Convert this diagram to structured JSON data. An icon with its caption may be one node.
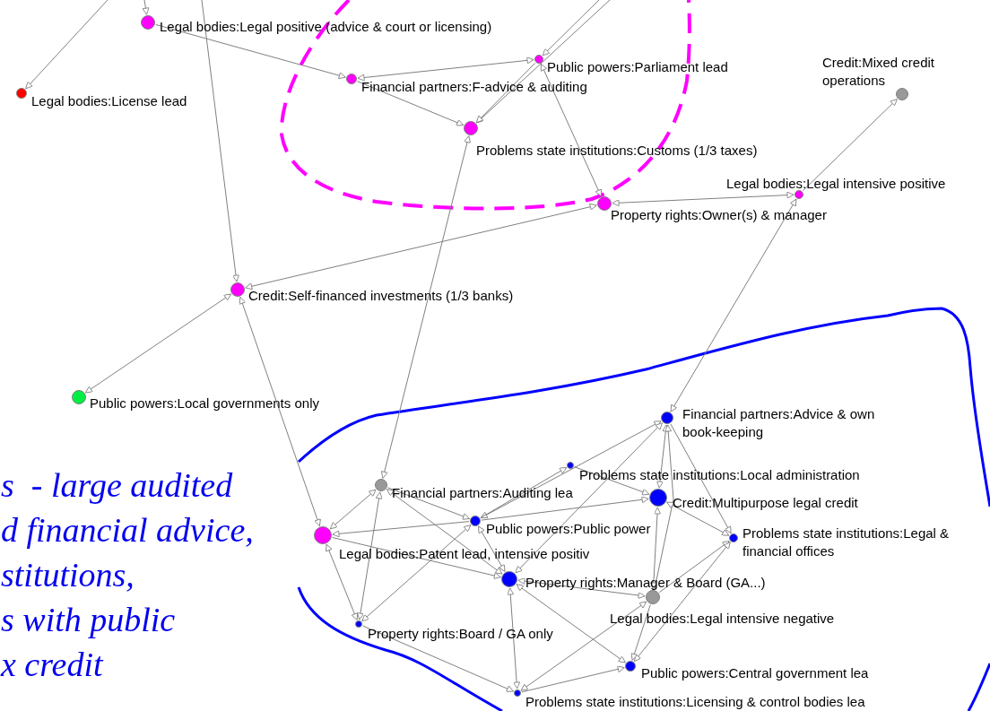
{
  "diagram": {
    "nodes": [
      {
        "text": [
          "Legal bodies:Legal positive (advice & court or licensing)"
        ]
      },
      {
        "text": [
          "Legal bodies:License lead"
        ]
      },
      {
        "text": [
          "Public powers:Parliament lead"
        ]
      },
      {
        "text": [
          "Financial partners:F-advice & auditing"
        ]
      },
      {
        "text": [
          "Credit:Mixed credit operations"
        ]
      },
      {
        "text": [
          "Problems state institutions:Customs (1/3 taxes)"
        ]
      },
      {
        "text": [
          "Legal bodies:Legal intensive positive"
        ]
      },
      {
        "text": [
          "Property rights:Owner(s) & manager"
        ]
      },
      {
        "text": [
          "Credit:Self-financed investments (1/3 banks)"
        ]
      },
      {
        "text": [
          "Public powers:Local governments only"
        ]
      },
      {
        "text": [
          "Financial partners:Advice & own book-keeping"
        ]
      },
      {
        "text": [
          "Problems state institutions:Local administration"
        ]
      },
      {
        "text": [
          "Financial partners:Auditing lea"
        ]
      },
      {
        "text": [
          "Credit:Multipurpose legal credit"
        ]
      },
      {
        "text": [
          "Public powers:Public power"
        ]
      },
      {
        "text": [
          "Problems state institutions:Legal & financial offices"
        ]
      },
      {
        "text": [
          "Legal bodies:Patent lead, intensive positiv"
        ]
      },
      {
        "text": [
          "Property rights:Manager & Board (GA...)"
        ]
      },
      {
        "text": [
          "Legal bodies:Legal intensive negative"
        ]
      },
      {
        "text": [
          "Property rights:Board / GA only"
        ]
      },
      {
        "text": [
          "Public powers:Central government lea"
        ]
      },
      {
        "text": [
          "Problems state institutions:Licensing & control bodies lea"
        ]
      }
    ],
    "edges": [
      {
        "from": null,
        "to": 1,
        "arrow": "to"
      },
      {
        "from": null,
        "to": 0,
        "arrow": "to"
      },
      {
        "from": 0,
        "to": 3,
        "arrow": "to"
      },
      {
        "from": 2,
        "to": 3,
        "arrow": "both"
      },
      {
        "from": null,
        "to": 2,
        "arrow": "to"
      },
      {
        "from": null,
        "to": 5,
        "arrow": "to"
      },
      {
        "from": 2,
        "to": 5,
        "arrow": "to"
      },
      {
        "from": 3,
        "to": 5,
        "arrow": "to"
      },
      {
        "from": 2,
        "to": 7,
        "arrow": "both"
      },
      {
        "from": 12,
        "to": 5,
        "arrow": "both"
      },
      {
        "from": 7,
        "to": 6,
        "arrow": "both"
      },
      {
        "from": 6,
        "to": 4,
        "arrow": "to"
      },
      {
        "from": 10,
        "to": 6,
        "arrow": "both"
      },
      {
        "from": 7,
        "to": 8,
        "arrow": "both"
      },
      {
        "from": null,
        "to": 8,
        "arrow": "to"
      },
      {
        "from": 8,
        "to": 9,
        "arrow": "both"
      },
      {
        "from": 8,
        "to": 16,
        "arrow": "both"
      },
      {
        "from": 12,
        "to": 16,
        "arrow": "both"
      },
      {
        "from": 14,
        "to": 16,
        "arrow": "to"
      },
      {
        "from": 12,
        "to": 14,
        "arrow": "to"
      },
      {
        "from": 12,
        "to": 17,
        "arrow": "both"
      },
      {
        "from": 16,
        "to": 17,
        "arrow": "to"
      },
      {
        "from": 12,
        "to": 19,
        "arrow": "both"
      },
      {
        "from": 16,
        "to": 19,
        "arrow": "both"
      },
      {
        "from": 14,
        "to": 19,
        "arrow": "both"
      },
      {
        "from": 19,
        "to": 21,
        "arrow": "to"
      },
      {
        "from": 14,
        "to": 17,
        "arrow": "both"
      },
      {
        "from": 14,
        "to": 10,
        "arrow": "both"
      },
      {
        "from": 14,
        "to": 11,
        "arrow": "to"
      },
      {
        "from": 11,
        "to": 13,
        "arrow": "to"
      },
      {
        "from": 14,
        "to": 13,
        "arrow": "to"
      },
      {
        "from": 17,
        "to": 10,
        "arrow": "both"
      },
      {
        "from": 13,
        "to": 10,
        "arrow": "both"
      },
      {
        "from": 18,
        "to": 10,
        "arrow": "to"
      },
      {
        "from": 13,
        "to": 18,
        "arrow": "both"
      },
      {
        "from": 10,
        "to": 15,
        "arrow": "to"
      },
      {
        "from": 13,
        "to": 15,
        "arrow": "both"
      },
      {
        "from": 18,
        "to": 15,
        "arrow": "to"
      },
      {
        "from": 15,
        "to": 20,
        "arrow": "both"
      },
      {
        "from": 17,
        "to": 18,
        "arrow": "both"
      },
      {
        "from": 18,
        "to": 20,
        "arrow": "to"
      },
      {
        "from": 17,
        "to": 20,
        "arrow": "both"
      },
      {
        "from": 17,
        "to": 21,
        "arrow": "both"
      },
      {
        "from": 18,
        "to": 21,
        "arrow": "both"
      },
      {
        "from": 21,
        "to": 20,
        "arrow": "to"
      }
    ],
    "labels": [
      "s  - large audited",
      "d financial advice,",
      "stitutions,",
      "s with public",
      "x credit"
    ]
  }
}
